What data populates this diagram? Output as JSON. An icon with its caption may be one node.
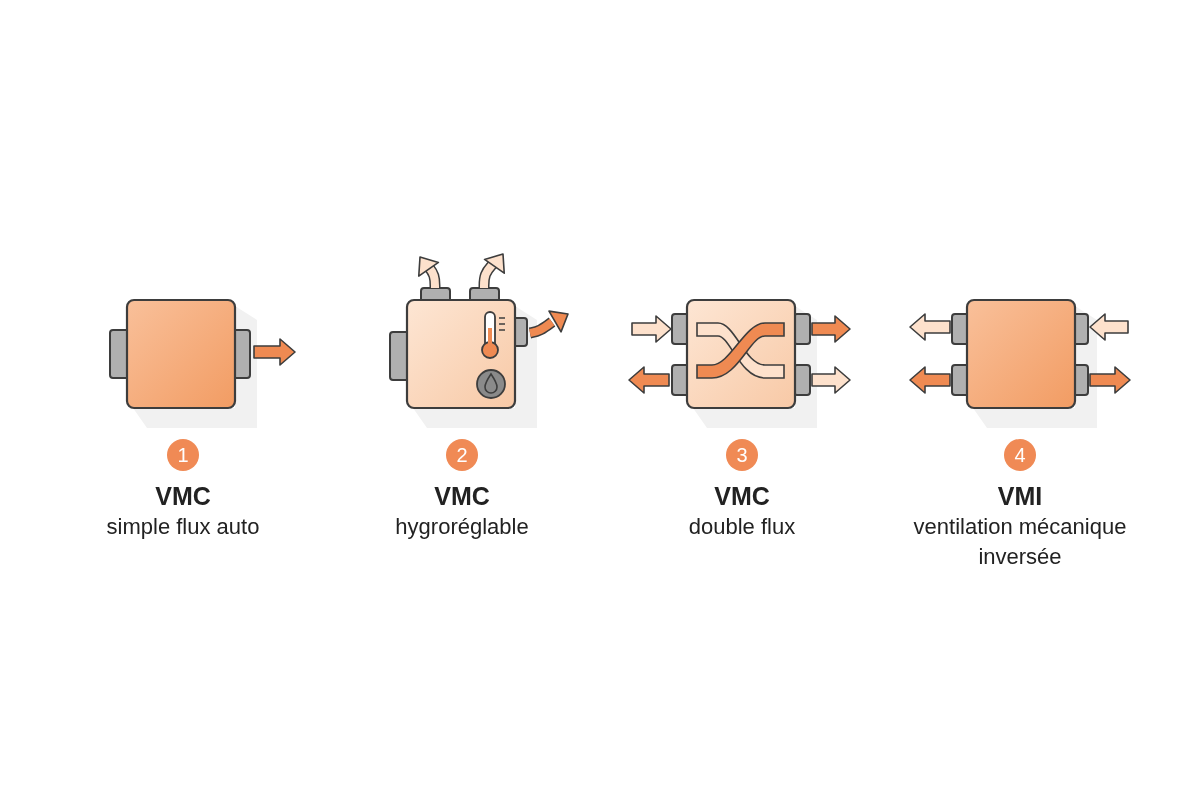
{
  "diagram": {
    "labels": [
      "1",
      "VMC",
      "simple flux auto",
      "2",
      "VMC",
      "hygroréglable",
      "3",
      "VMC",
      "double flux",
      "4",
      "VMI",
      "ventilation mécanique inversée"
    ]
  }
}
